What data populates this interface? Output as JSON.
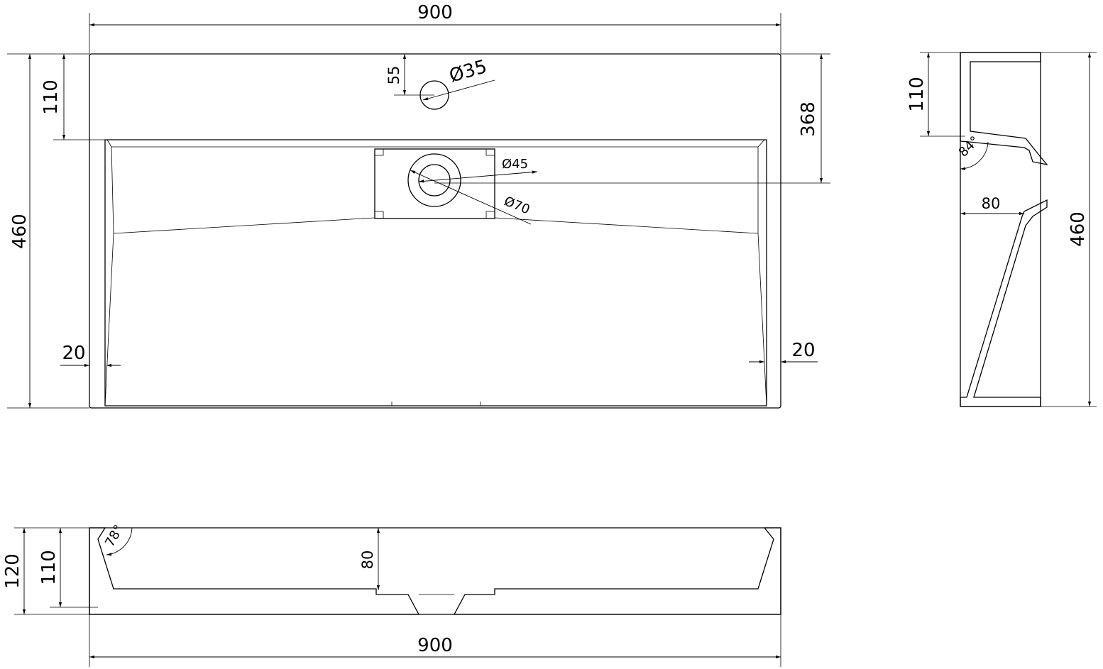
{
  "top_view": {
    "width_label": "900",
    "depth_label": "460",
    "back_ledge_label": "110",
    "tap_offset_label": "55",
    "tap_hole_label": "Ø35",
    "drain_offset_label": "368",
    "drain_inner_label": "Ø45",
    "drain_outer_label": "Ø70",
    "left_wall_label": "20",
    "right_wall_label": "20"
  },
  "side_view": {
    "ledge_label": "110",
    "angle_label": "84°",
    "depth_label": "80",
    "total_label": "460"
  },
  "front_section": {
    "height_label": "120",
    "inner_label": "110",
    "angle_label": "78°",
    "depth_label": "80",
    "width_label": "900"
  }
}
